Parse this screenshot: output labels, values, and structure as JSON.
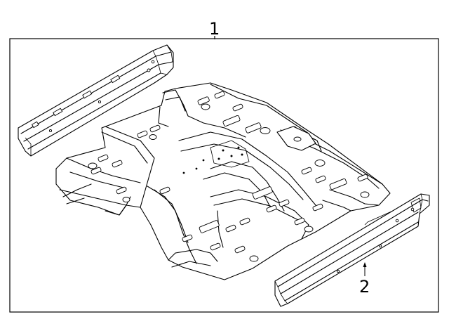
{
  "diagram": {
    "frame_color": "#000000",
    "callouts": [
      {
        "id": "1",
        "label": "1"
      },
      {
        "id": "2",
        "label": "2"
      }
    ]
  }
}
